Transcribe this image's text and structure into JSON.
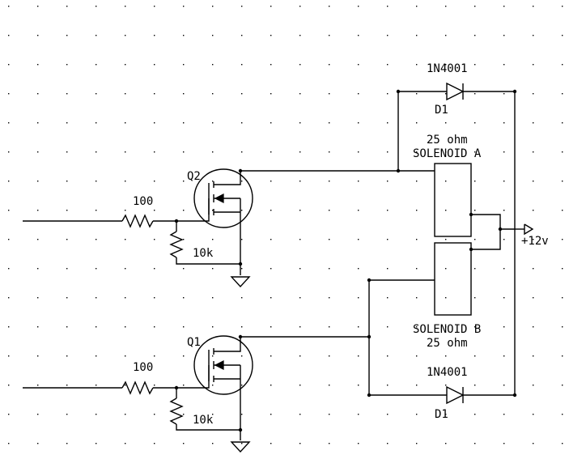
{
  "labels": {
    "diode_top_part": "1N4001",
    "diode_top_ref": "D1",
    "diode_bottom_part": "1N4001",
    "diode_bottom_ref": "D1",
    "solenoid_a_value": "25 ohm",
    "solenoid_a_name": "SOLENOID A",
    "solenoid_b_name": "SOLENOID B",
    "solenoid_b_value": "25 ohm",
    "supply": "+12v",
    "q2_ref": "Q2",
    "q1_ref": "Q1",
    "r_gate_top": "100",
    "r_gate_bottom": "100",
    "r_pull_top": "10k",
    "r_pull_bottom": "10k"
  }
}
